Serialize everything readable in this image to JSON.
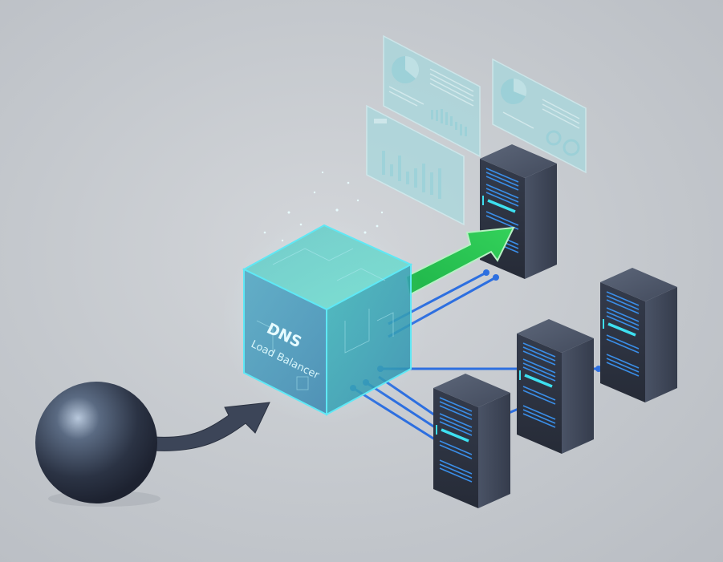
{
  "diagram": {
    "title": "DNS Load Balancer",
    "load_balancer": {
      "label_main": "DNS",
      "label_sub": "Load Balancer",
      "color": "#3ab5c8"
    },
    "client": {
      "name": "client-sphere",
      "color": "#3a4456"
    },
    "active_route": {
      "color": "#27c24f",
      "target": "server-1"
    },
    "connection_color": "#2d6fe0",
    "servers": [
      {
        "id": "server-1",
        "active": true
      },
      {
        "id": "server-2",
        "active": false
      },
      {
        "id": "server-3",
        "active": false
      },
      {
        "id": "server-4",
        "active": false
      }
    ],
    "dashboards": [
      {
        "id": "panel-pie-lines-bars"
      },
      {
        "id": "panel-bar-chart"
      },
      {
        "id": "panel-pie-donuts"
      }
    ],
    "accent_colors": {
      "server_body": "#3a4252",
      "server_light": "#3ee0f0",
      "panel": "#a8dbe0"
    }
  }
}
